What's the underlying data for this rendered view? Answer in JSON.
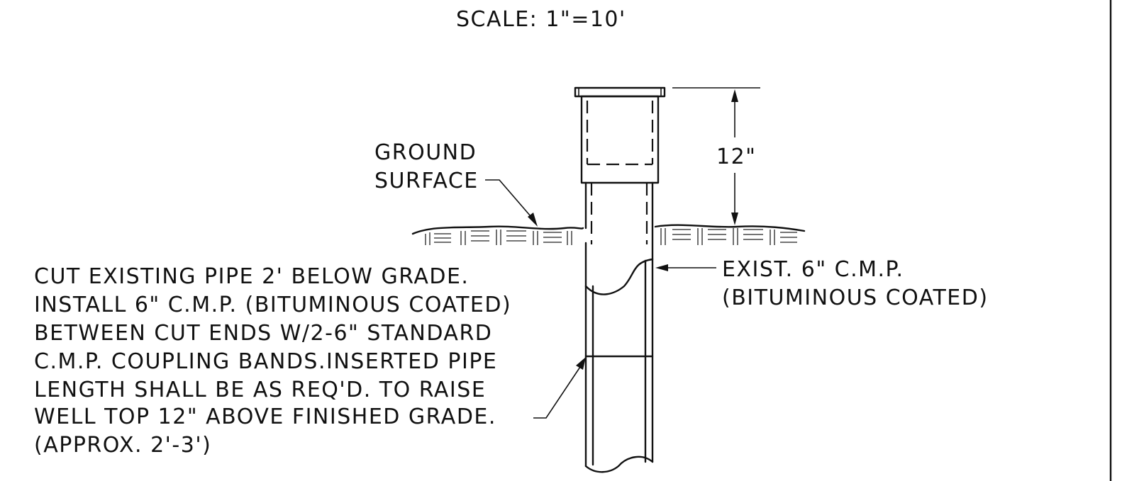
{
  "scale_label": "SCALE:  1\"=10'",
  "dimension_label": "12\"",
  "ground_label": [
    "GROUND",
    "SURFACE"
  ],
  "existing_pipe_label": [
    "EXIST. 6\" C.M.P.",
    "(BITUMINOUS COATED)"
  ],
  "instruction_note": [
    "CUT EXISTING PIPE 2' BELOW GRADE.",
    "INSTALL 6\" C.M.P. (BITUMINOUS COATED)",
    "BETWEEN CUT ENDS W/2-6\" STANDARD",
    "C.M.P. COUPLING BANDS.INSERTED PIPE",
    "LENGTH SHALL BE AS REQ'D. TO RAISE",
    "WELL TOP 12\" ABOVE FINISHED GRADE.",
    "(APPROX. 2'-3')"
  ]
}
